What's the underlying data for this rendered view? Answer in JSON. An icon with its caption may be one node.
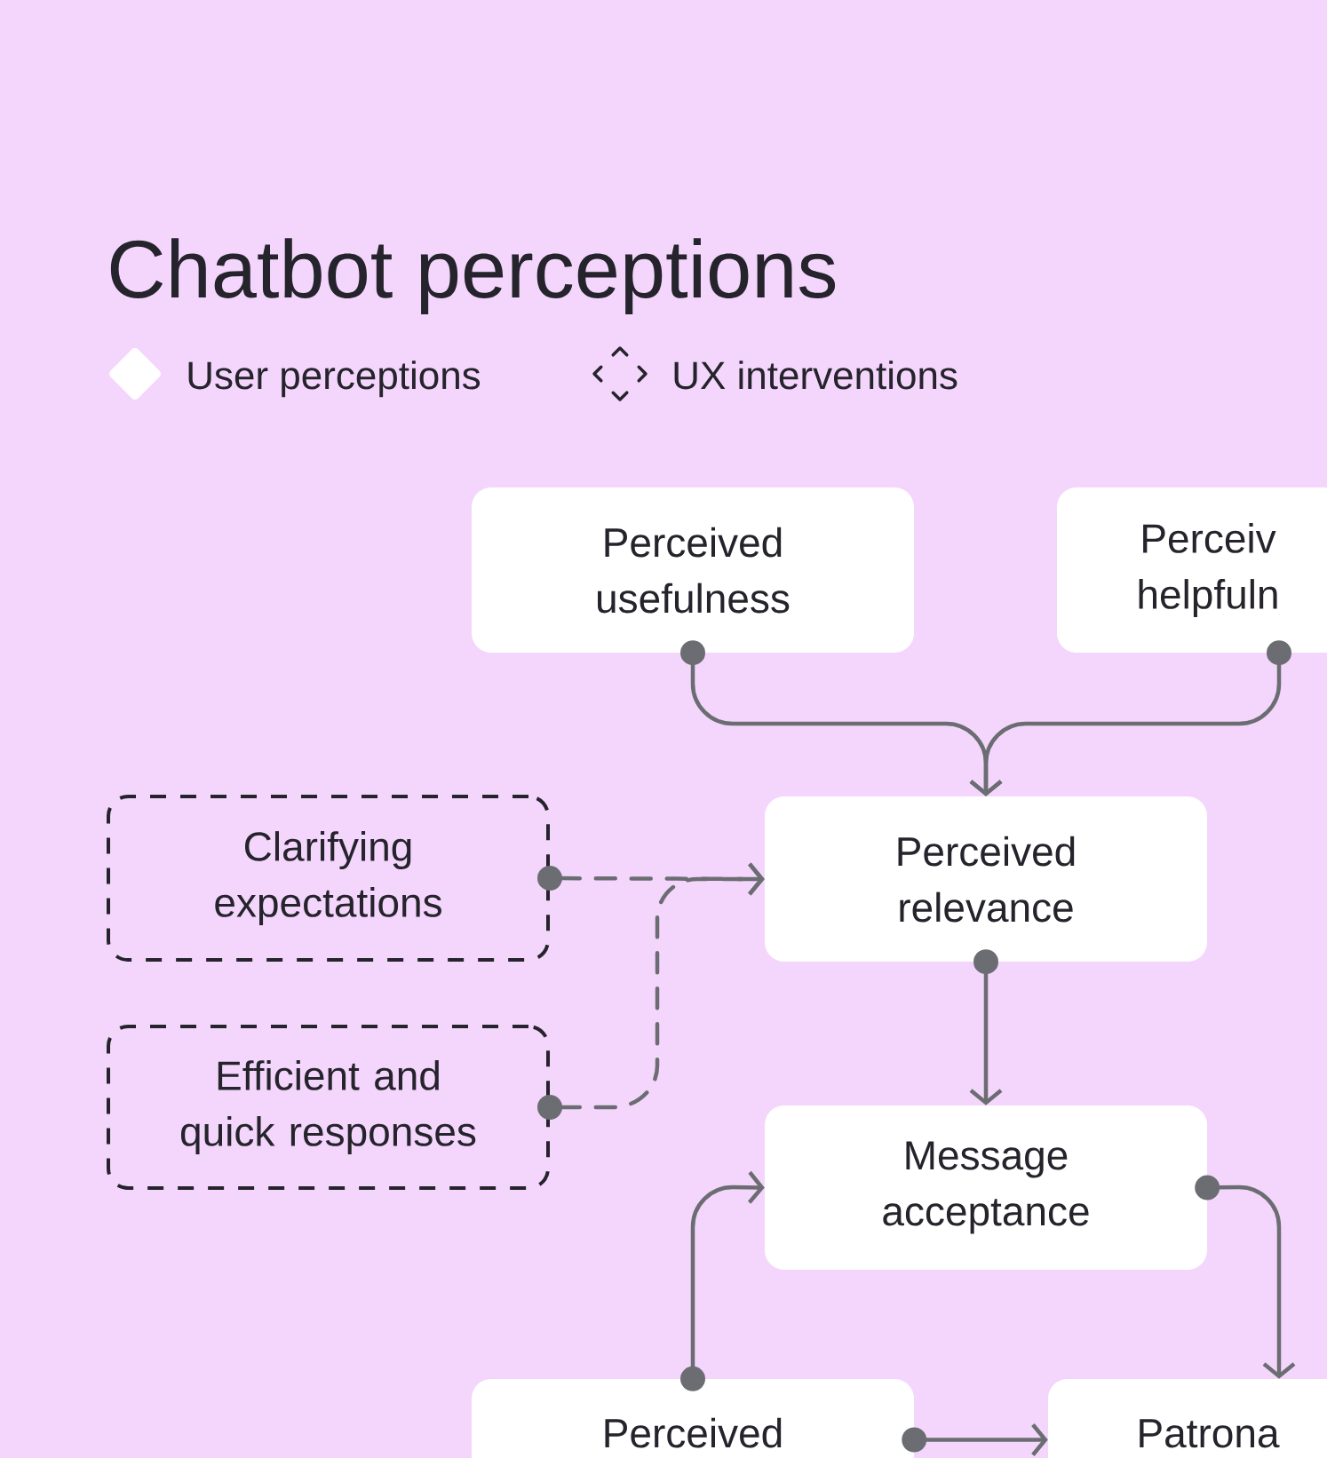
{
  "diagram": {
    "title": "Chatbot perceptions",
    "nodes": [
      {
        "text": [
          "Perceived usefulness"
        ]
      },
      {
        "text": [
          "Perceiv helpfuln"
        ]
      },
      {
        "text": [
          "Clarifying expectations"
        ]
      },
      {
        "text": [
          "Perceived relevance"
        ]
      },
      {
        "text": [
          "Efficient and quick responses"
        ]
      },
      {
        "text": [
          "Message acceptance"
        ]
      },
      {
        "text": [
          "Perceived"
        ]
      },
      {
        "text": [
          "Patrona"
        ]
      }
    ],
    "edges": [
      {
        "from": 0,
        "to": 3,
        "arrow": "to"
      },
      {
        "from": 1,
        "to": 3,
        "arrow": "to"
      },
      {
        "from": 2,
        "to": 3,
        "arrow": "to",
        "style": "dashed"
      },
      {
        "from": 4,
        "to": 3,
        "arrow": "to",
        "style": "dashed"
      },
      {
        "from": 3,
        "to": 5,
        "arrow": "to"
      },
      {
        "from": 6,
        "to": 5,
        "arrow": "to"
      },
      {
        "from": 5,
        "to": 7,
        "arrow": "to"
      },
      {
        "from": 6,
        "to": 7,
        "arrow": "to"
      }
    ],
    "legend": [
      {
        "text": "User perceptions",
        "color": "#ffffff"
      },
      {
        "text": "UX interventions"
      }
    ]
  }
}
